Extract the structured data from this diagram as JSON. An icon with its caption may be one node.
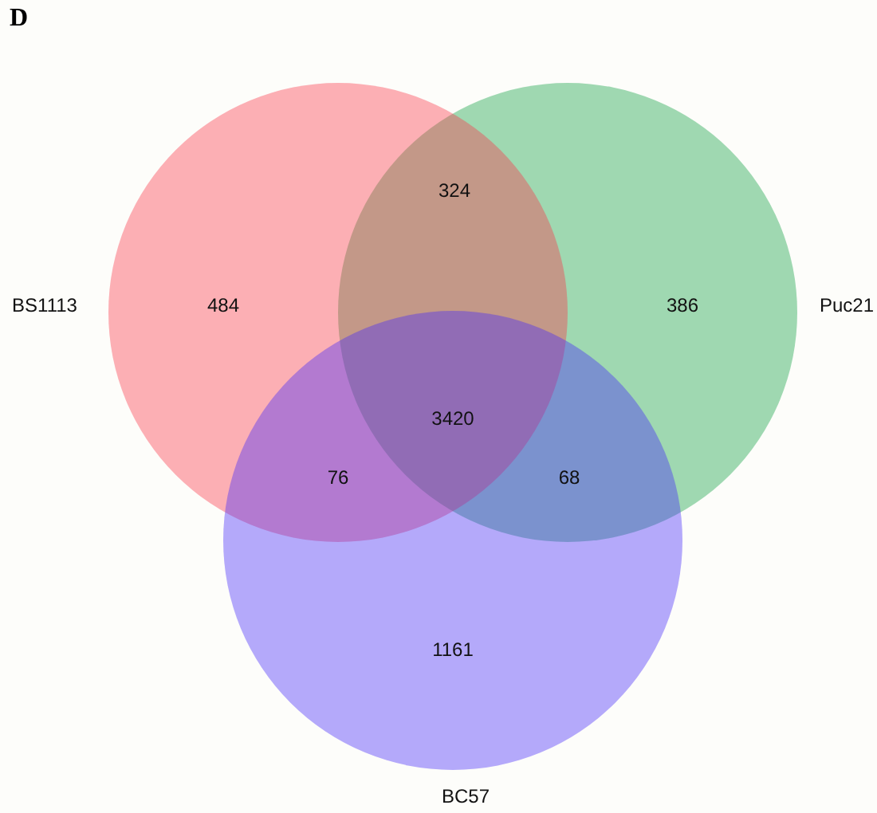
{
  "diagram": {
    "title": "D",
    "nodes": [
      {
        "text": [
          "BS1113"
        ]
      },
      {
        "text": [
          "Puc21"
        ]
      },
      {
        "text": [
          "BC57"
        ]
      }
    ],
    "labels": [
      "324",
      "484",
      "386",
      "3420",
      "76",
      "68",
      "1161"
    ]
  }
}
